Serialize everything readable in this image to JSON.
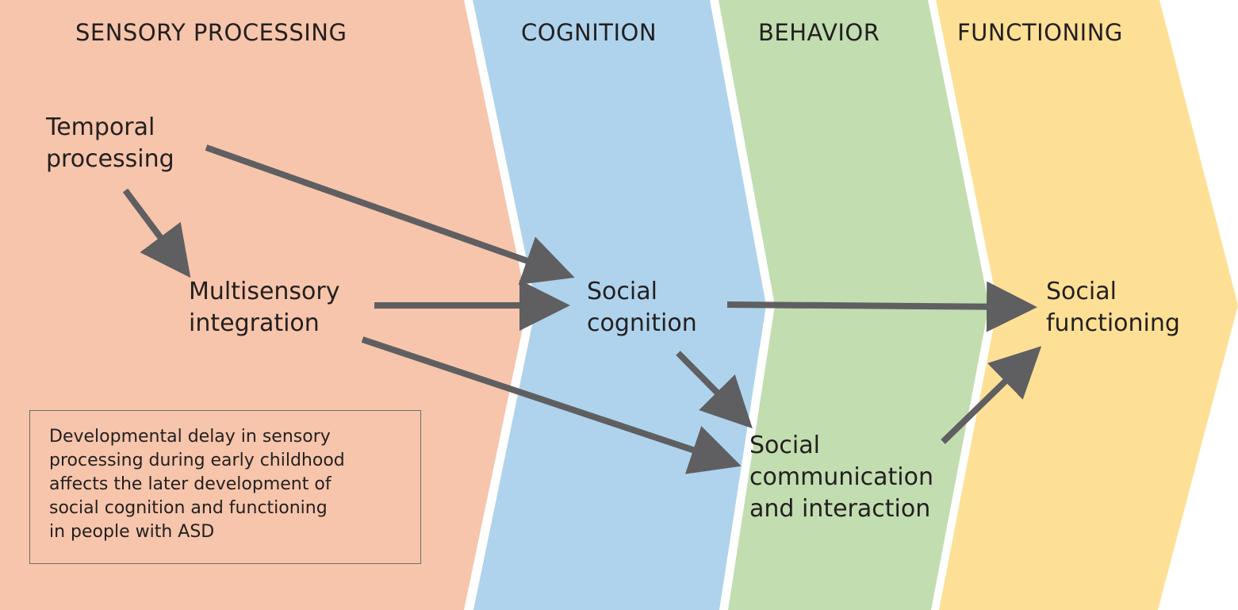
{
  "colors": {
    "sensory": "#f6c5ab",
    "cognition": "#afd3ec",
    "behavior": "#c2ddb0",
    "functioning": "#fde095",
    "arrow": "#5f5f61",
    "text": "#231f20"
  },
  "stages": [
    {
      "id": "sensory",
      "title": "SENSORY PROCESSING"
    },
    {
      "id": "cognition",
      "title": "COGNITION"
    },
    {
      "id": "behavior",
      "title": "BEHAVIOR"
    },
    {
      "id": "functioning",
      "title": "FUNCTIONING"
    }
  ],
  "nodes": {
    "temporal": {
      "line1": "Temporal",
      "line2": "processing"
    },
    "multisensory": {
      "line1": "Multisensory",
      "line2": "integration"
    },
    "social_cognition": {
      "line1": "Social",
      "line2": "cognition"
    },
    "social_communication": {
      "line1": "Social",
      "line2": "communication",
      "line3": "and interaction"
    },
    "social_functioning": {
      "line1": "Social",
      "line2": "functioning"
    }
  },
  "edges": [
    {
      "from": "temporal",
      "to": "multisensory"
    },
    {
      "from": "temporal",
      "to": "social_cognition"
    },
    {
      "from": "multisensory",
      "to": "social_cognition"
    },
    {
      "from": "multisensory",
      "to": "social_communication"
    },
    {
      "from": "social_cognition",
      "to": "social_communication"
    },
    {
      "from": "social_cognition",
      "to": "social_functioning"
    },
    {
      "from": "social_communication",
      "to": "social_functioning"
    }
  ],
  "note": {
    "lines": [
      "Developmental delay in sensory",
      "processing during early childhood",
      "affects the later development of",
      "social cognition and functioning",
      "in people with ASD"
    ]
  }
}
